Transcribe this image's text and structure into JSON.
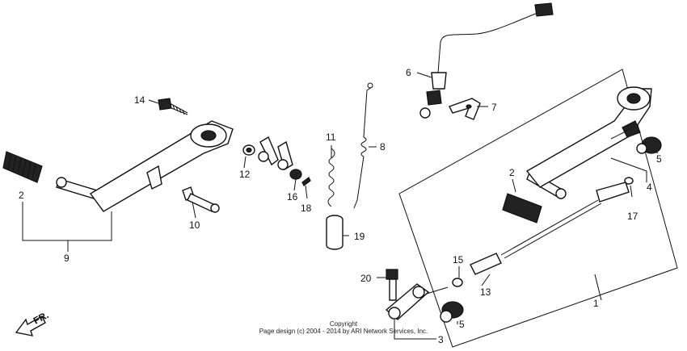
{
  "diagram": {
    "callouts": [
      "1",
      "2",
      "2",
      "3",
      "4",
      "5",
      "5",
      "6",
      "7",
      "8",
      "9",
      "10",
      "11",
      "12",
      "13",
      "14",
      "15",
      "16",
      "17",
      "18",
      "19",
      "20"
    ],
    "direction_label": "FR.",
    "copyright_line1": "Copyright",
    "copyright_line2": "Page design (c) 2004 - 2014 by ARI Network Services, Inc."
  }
}
